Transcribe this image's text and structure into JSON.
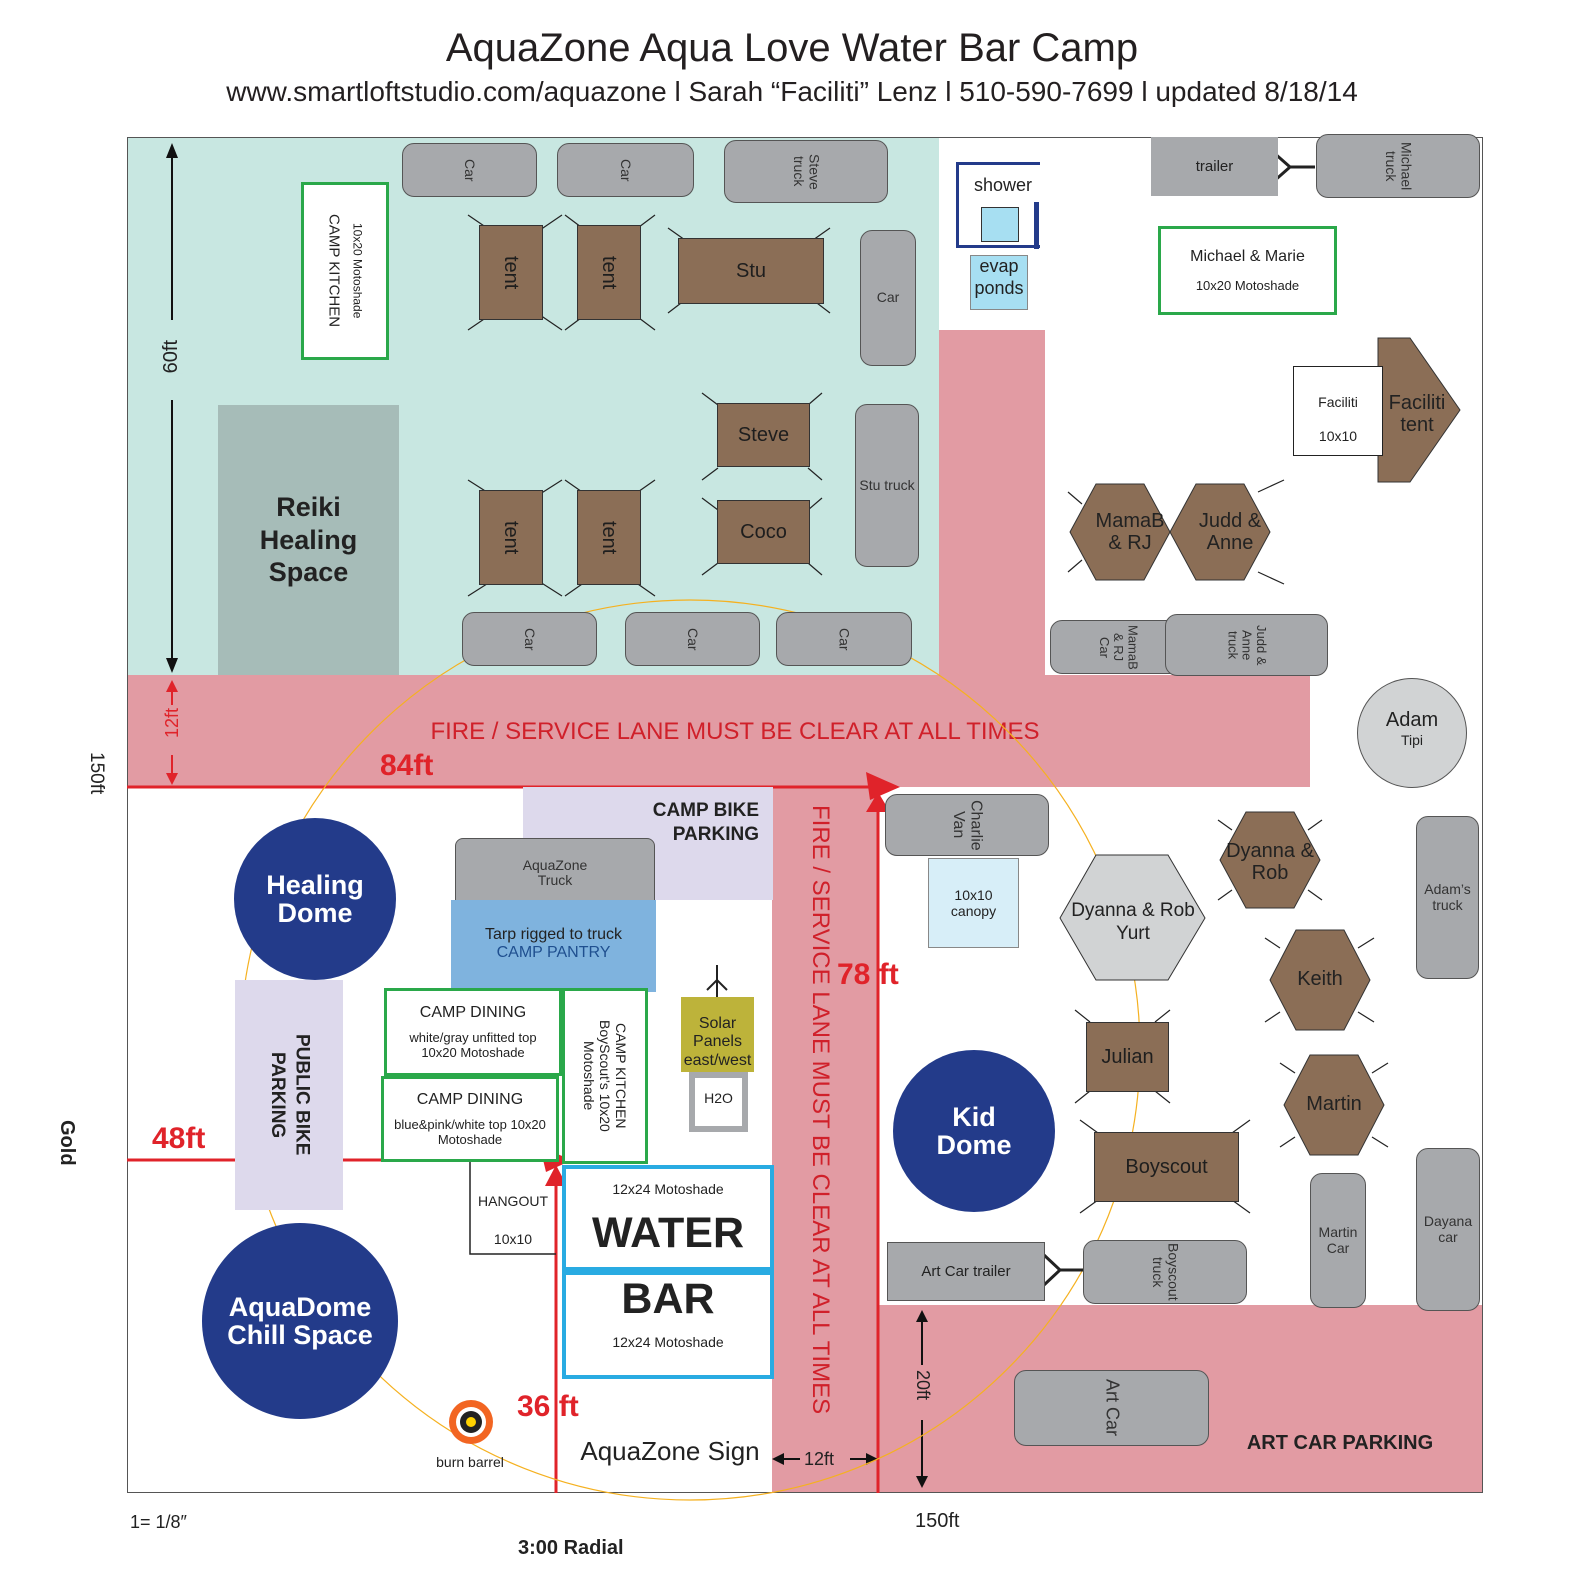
{
  "header": {
    "title": "AquaZone Aqua Love Water Bar Camp",
    "subtitle": "www.smartloftstudio.com/aquazone  l  Sarah “Faciliti” Lenz  l  510-590-7699  l  updated 8/18/14"
  },
  "colors": {
    "camp_area": "#c8e7e1",
    "fire_lane": "#e29ba3",
    "dome": "#233b8a",
    "tent": "#8b6e56",
    "vehicle": "#a7a9ac",
    "red_measure": "#e0232a",
    "motoshade_green": "#2aa84a",
    "water_bar_blue": "#29abe2"
  },
  "labels": {
    "lane_horizontal": "FIRE / SERVICE LANE MUST BE CLEAR AT ALL TIMES",
    "lane_vertical": "FIRE / SERVICE LANE MUST BE CLEAR AT ALL TIMES",
    "reiki": "Reiki Healing Space",
    "camp_kitchen_top": "CAMP KITCHEN",
    "camp_kitchen_top_sub": "10x20 Motoshade",
    "shower": "shower",
    "evap": "evap ponds",
    "michael_marie": "Michael & Marie",
    "michael_marie_sub": "10x20 Motoshade",
    "trailer": "trailer",
    "michael_truck": "Michael truck",
    "faciliti_box": "Faciliti",
    "faciliti_box_sub": "10x10",
    "faciliti_tent": "Faciliti tent",
    "mamab": "MamaB & RJ",
    "judd": "Judd & Anne",
    "mamab_car": "MamaB & RJ Car",
    "judd_truck": "Judd & Anne truck",
    "adam_tipi": "Adam",
    "adam_tipi_sub": "Tipi",
    "adams_truck": "Adam’s truck",
    "camp_bike_parking": "CAMP BIKE PARKING",
    "aquazone_truck": "AquaZone Truck",
    "tarp": "Tarp rigged to truck",
    "camp_pantry": "CAMP PANTRY",
    "charlie_van": "Charlie Van",
    "canopy": "10x10 canopy",
    "yurt": "Dyanna & Rob Yurt",
    "dyanna_rob": "Dyanna & Rob",
    "keith": "Keith",
    "julian": "Julian",
    "martin": "Martin",
    "boyscout": "Boyscout",
    "healing_dome": "Healing Dome",
    "kid_dome": "Kid Dome",
    "aquadome": "AquaDome Chill Space",
    "public_bike": "PUBLIC BIKE PARKING",
    "dining1": "CAMP DINING",
    "dining1_sub": "white/gray unfitted top 10x20 Motoshade",
    "dining2": "CAMP DINING",
    "dining2_sub": "blue&pink/white top 10x20 Motoshade",
    "kitchen2": "CAMP KITCHEN BoyScout’s 10x20 Motoshade",
    "solar": "Solar Panels east/west",
    "h2o": "H2O",
    "hangout": "HANGOUT",
    "hangout_sub": "10x10",
    "moto_top": "12x24 Motoshade",
    "water": "WATER",
    "bar": "BAR",
    "moto_bottom": "12x24 Motoshade",
    "sign": "AquaZone Sign",
    "burn_barrel": "burn barrel",
    "art_car_trailer": "Art Car trailer",
    "boyscout_truck": "Boyscout truck",
    "martin_car": "Martin Car",
    "dayana_car": "Dayana car",
    "art_car": "Art Car",
    "art_car_parking": "ART CAR PARKING",
    "stu_truck": "Stu truck",
    "steve_truck": "Steve truck",
    "car": "Car",
    "tent": "tent",
    "stu": "Stu",
    "steve": "Steve",
    "coco": "Coco"
  },
  "measurements": {
    "ft60": "60ft",
    "ft12_left": "12ft",
    "ft150_left": "150ft",
    "ft84": "84ft",
    "ft78": "78 ft",
    "ft48": "48ft",
    "ft36": "36 ft",
    "ft20": "20ft",
    "ft12_bottom": "12ft",
    "ft150_bottom": "150ft",
    "scale": "1= 1/8″"
  },
  "streets": {
    "gold": "Gold",
    "radial": "3:00 Radial"
  }
}
